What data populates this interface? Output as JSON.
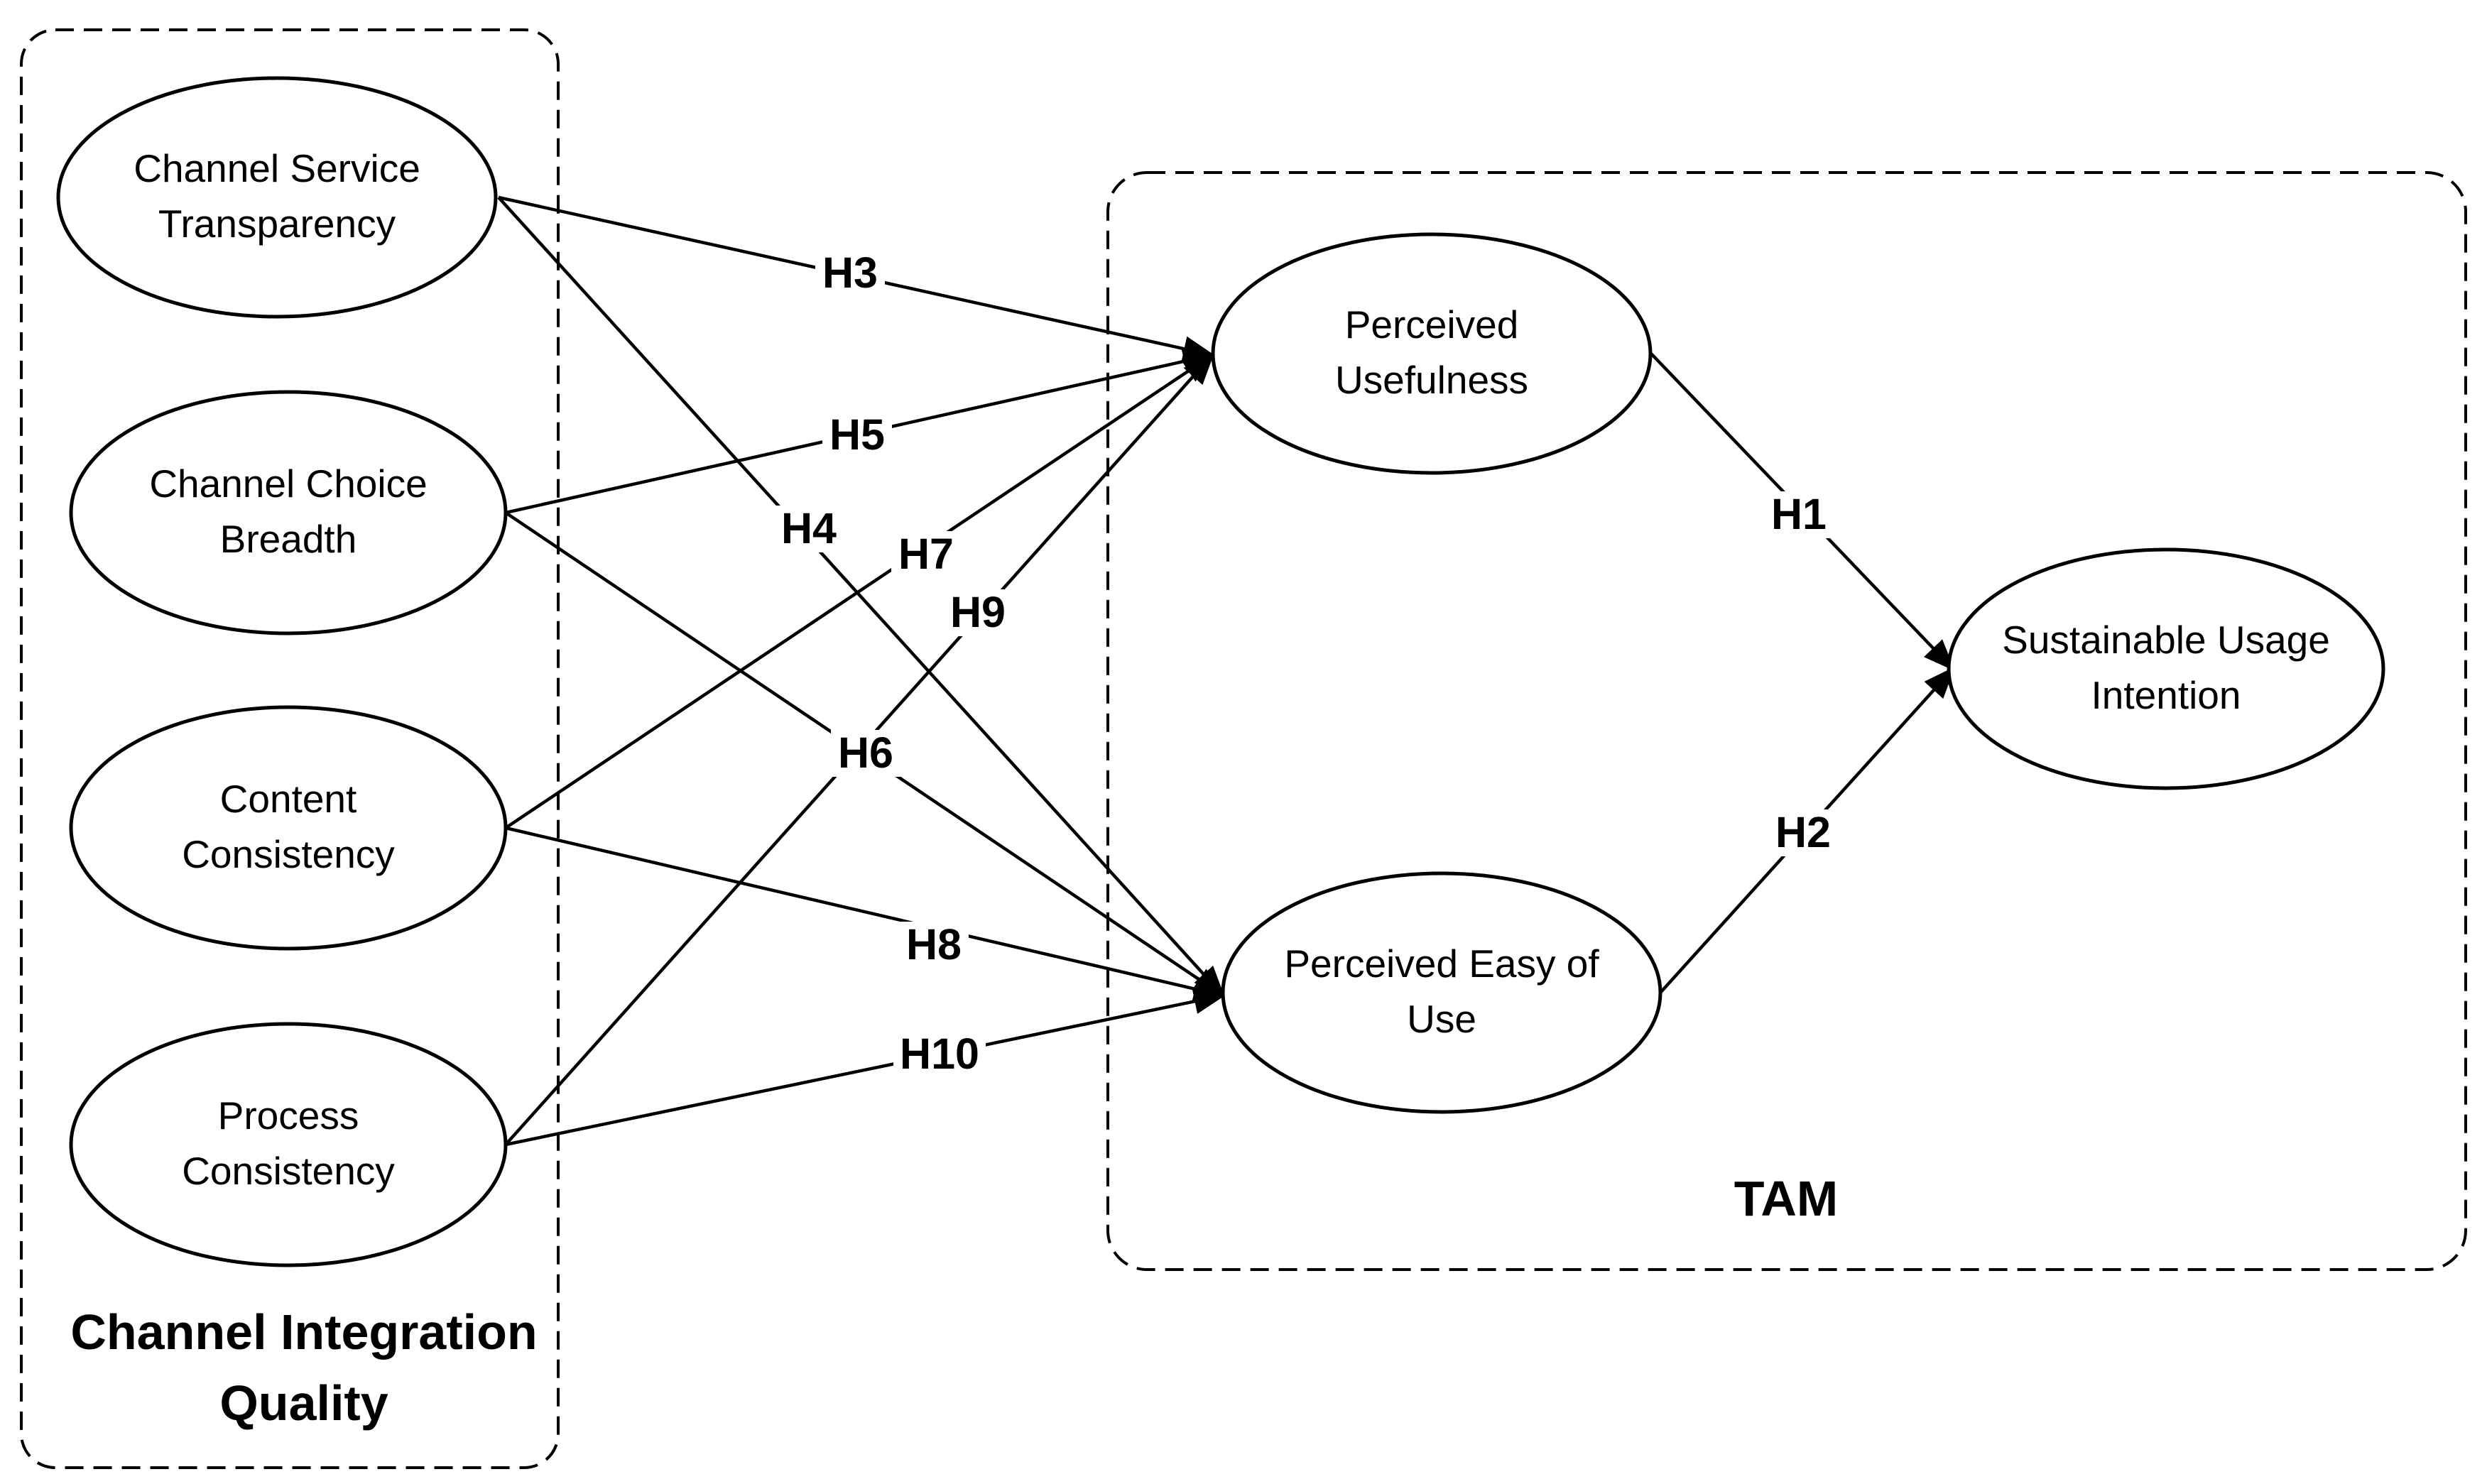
{
  "groups": {
    "channel_integration_quality": {
      "line1": "Channel Integration",
      "line2": "Quality"
    },
    "tam": {
      "label": "TAM"
    }
  },
  "nodes": {
    "cst": {
      "line1": "Channel Service",
      "line2": "Transparency"
    },
    "ccb": {
      "line1": "Channel Choice",
      "line2": "Breadth"
    },
    "cc": {
      "line1": "Content",
      "line2": "Consistency"
    },
    "pc": {
      "line1": "Process",
      "line2": "Consistency"
    },
    "pu": {
      "line1": "Perceived",
      "line2": "Usefulness"
    },
    "peou": {
      "line1": "Perceived Easy of",
      "line2": "Use"
    },
    "sui": {
      "line1": "Sustainable Usage",
      "line2": "Intention"
    }
  },
  "hypotheses": {
    "h1": "H1",
    "h2": "H2",
    "h3": "H3",
    "h4": "H4",
    "h5": "H5",
    "h6": "H6",
    "h7": "H7",
    "h8": "H8",
    "h9": "H9",
    "h10": "H10"
  },
  "edges": [
    {
      "id": "h3",
      "from": "cst",
      "to": "pu"
    },
    {
      "id": "h4",
      "from": "cst",
      "to": "peou"
    },
    {
      "id": "h5",
      "from": "ccb",
      "to": "pu"
    },
    {
      "id": "h6",
      "from": "ccb",
      "to": "peou"
    },
    {
      "id": "h7",
      "from": "cc",
      "to": "pu"
    },
    {
      "id": "h8",
      "from": "cc",
      "to": "peou"
    },
    {
      "id": "h9",
      "from": "pc",
      "to": "pu"
    },
    {
      "id": "h10",
      "from": "pc",
      "to": "peou"
    },
    {
      "id": "h1",
      "from": "pu",
      "to": "sui"
    },
    {
      "id": "h2",
      "from": "peou",
      "to": "sui"
    }
  ]
}
